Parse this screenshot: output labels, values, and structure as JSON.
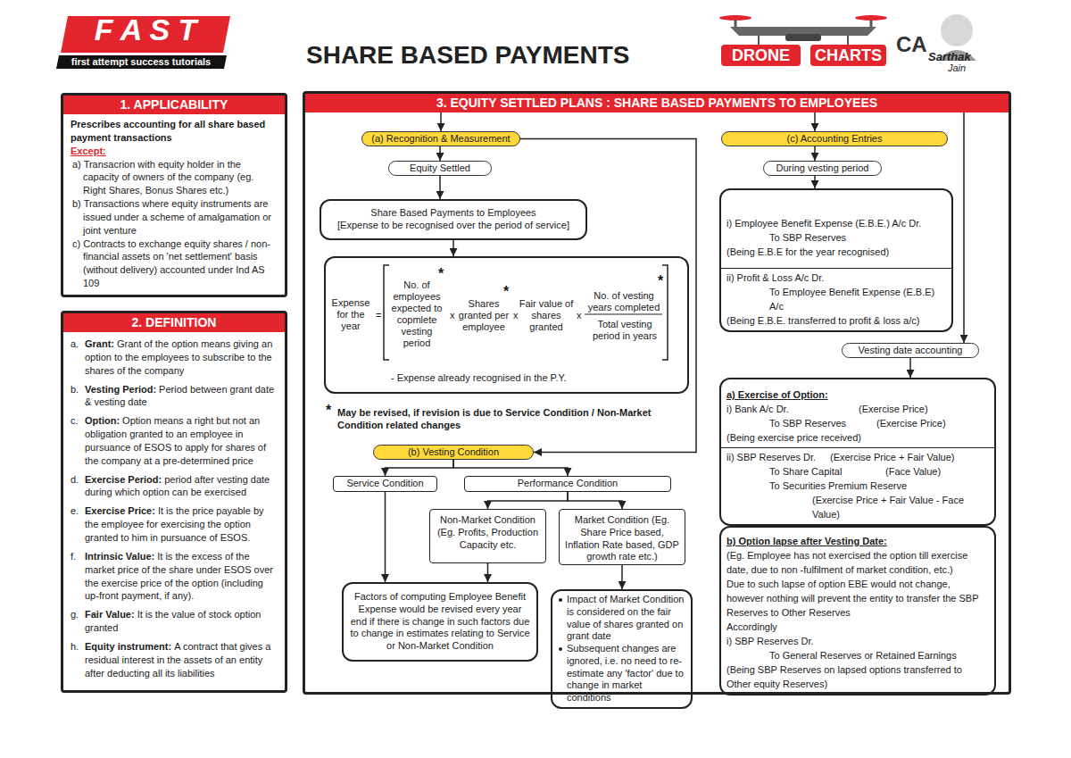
{
  "diagram": {
    "title": "SHARE BASED PAYMENTS",
    "nodes": [
      {
        "text": [
          "1. APPLICABILITY",
          "Prescribes accounting for all share based payment transactions",
          "Except:",
          "a) Transacrion with equity holder in the capacity of owners of the company (eg. Right Shares, Bonus Shares etc.)",
          "b) Transactions where equity instruments are issued under a scheme of amalgamation or joint venture",
          "c) Contracts to exchange equity shares / non-financial assets on 'net settlement' basis (without delivery) accounted under Ind AS 109"
        ]
      },
      {
        "text": [
          "2. DEFINITION",
          "a.",
          "Grant:",
          "Grant of the option means giving an option to the employees to subscribe to the shares of the company",
          "b.",
          "Vesting Period:",
          "Period between grant date & vesting date",
          "c.",
          "Option:",
          "Option means a right but not an obligation granted to an employee in pursuance of ESOS to apply for shares of the company at a pre-determined price",
          "d.",
          "Exercise Period:",
          "period after vesting date during which option can be exercised",
          "e.",
          "Exercise Price:",
          "It is the price payable by the employee for exercising the option granted to him in pursuance of ESOS.",
          "f.",
          "Intrinsic Value:",
          "It is the excess of the market price of the share under ESOS over the exercise price of the option (including up-front payment, if any).",
          "g.",
          "Fair Value:",
          "It is the value of stock option granted",
          "h.",
          "Equity instrument:",
          "A contract that gives a residual interest in the assets of an entity after deducting all its liabilities"
        ]
      },
      {
        "text": [
          "3. EQUITY SETTLED PLANS : SHARE BASED PAYMENTS TO EMPLOYEES"
        ]
      },
      {
        "text": [
          "(a) Recognition & Measurement"
        ],
        "in": 2
      },
      {
        "text": [
          "Equity Settled"
        ],
        "in": 2
      },
      {
        "text": [
          "Share Based Payments to Employees",
          "[Expense to be recognised over the period of service]"
        ],
        "in": 2
      },
      {
        "text": [
          "Expense for the year",
          "=",
          "No. of employees expected to copmlete vesting period",
          "*",
          "x",
          "Shares granted per employee",
          "*",
          "x",
          "Fair value of shares granted",
          "x",
          "No. of vesting years completed",
          "*",
          "Total vesting period in years",
          "- Expense already recognised in the P.Y."
        ],
        "in": 2
      },
      {
        "text": [
          "(b) Vesting Condition"
        ],
        "in": 2
      },
      {
        "text": [
          "Service Condition"
        ],
        "in": 2
      },
      {
        "text": [
          "Performance Condition"
        ],
        "in": 2
      },
      {
        "text": [
          "Non-Market Condition (Eg. Profits, Production Capacity etc."
        ],
        "in": 2
      },
      {
        "text": [
          "Market Condition (Eg. Share Price based, Inflation Rate based, GDP growth rate etc.)"
        ],
        "in": 2
      },
      {
        "text": [
          "Factors of computing Employee Benefit Expense would be revised every year end if there is change in such factors due to change in estimates relating to Service or Non-Market Condition"
        ],
        "in": 2
      },
      {
        "text": [
          "Impact of Market Condition is considered on the fair value of shares granted on grant date",
          "Subsequent changes are ignored, i.e. no need to re-estimate any 'factor' due to change in market conditions"
        ],
        "in": 2
      },
      {
        "text": [
          "(c) Accounting Entries"
        ],
        "in": 2
      },
      {
        "text": [
          "During vesting period"
        ],
        "in": 2
      },
      {
        "text": [
          "i) Employee Benefit Expense (E.B.E.) A/c Dr.",
          "To SBP Reserves",
          "(Being E.B.E for the year recognised)",
          "ii) Profit & Loss A/c Dr.",
          "To Employee Benefit Expense (E.B.E) A/c",
          "(Being E.B.E. transferred to profit & loss a/c)"
        ],
        "in": 2
      },
      {
        "text": [
          "Vesting date accounting"
        ],
        "in": 2
      },
      {
        "text": [
          "a) Exercise of Option:",
          "i) Bank A/c Dr.",
          "(Exercise Price)",
          "To SBP Reserves",
          "(Exercise Price)",
          "(Being exercise price received)",
          "ii) SBP Reserves Dr.",
          "(Exercise Price + Fair Value)",
          "To Share Capital",
          "(Face Value)",
          "To Securities Premium Reserve",
          "(Exercise Price + Fair Value - Face Value)"
        ],
        "in": 2
      },
      {
        "text": [
          "b) Option lapse after Vesting Date:",
          "(Eg. Employee has not exercised the option till exercise date, due to non -fulfilment of market condition, etc.)",
          "Due to such lapse of option EBE would not change, however nothing will prevent the entity to transfer the SBP Reserves to Other Reserves",
          "Accordingly",
          "i) SBP Reserves Dr.",
          "To General Reserves or Retained Earnings",
          "(Being SBP Reserves on lapsed options transferred to Other equity Reserves)"
        ],
        "in": 2
      }
    ],
    "edges": [
      {
        "from": 2,
        "to": 3,
        "arrow": "to"
      },
      {
        "from": 3,
        "to": 4,
        "arrow": "to"
      },
      {
        "from": 4,
        "to": 5,
        "arrow": "to"
      },
      {
        "from": 5,
        "to": 6,
        "arrow": "to"
      },
      {
        "from": 3,
        "to": 7,
        "arrow": "to"
      },
      {
        "from": 7,
        "to": 8,
        "arrow": "to"
      },
      {
        "from": 7,
        "to": 9,
        "arrow": "to"
      },
      {
        "from": 9,
        "to": 10,
        "arrow": "to"
      },
      {
        "from": 9,
        "to": 11,
        "arrow": "to"
      },
      {
        "from": 8,
        "to": 12,
        "arrow": "to"
      },
      {
        "from": 10,
        "to": 12,
        "arrow": "to"
      },
      {
        "from": 11,
        "to": 13,
        "arrow": "to"
      },
      {
        "from": 2,
        "to": 14,
        "arrow": "to"
      },
      {
        "from": 14,
        "to": 15,
        "arrow": "to"
      },
      {
        "from": 15,
        "to": 16,
        "arrow": "to"
      },
      {
        "from": 2,
        "to": 17,
        "arrow": "to"
      },
      {
        "from": 17,
        "to": 18,
        "arrow": "to"
      }
    ],
    "labels": [
      "F A S T",
      "first attempt success tutorials",
      "DRONE",
      "CHARTS",
      "CA",
      "Sarthak",
      "Jain",
      "*",
      "May be revised, if revision is due to Service Condition / Non-Market Condition related changes"
    ]
  }
}
